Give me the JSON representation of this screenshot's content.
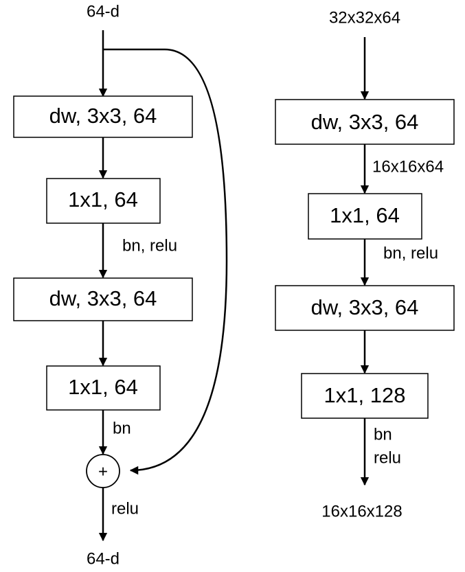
{
  "left_block": {
    "input_label": "64-d",
    "output_label": "64-d",
    "layers": [
      "dw, 3x3, 64",
      "1x1, 64",
      "dw, 3x3, 64",
      "1x1, 64"
    ],
    "annotations": {
      "after_layer_2": "bn, relu",
      "after_layer_4": "bn",
      "after_add": "relu"
    },
    "add_symbol": "+"
  },
  "right_block": {
    "input_label": "32x32x64",
    "output_label": "16x16x128",
    "layers": [
      "dw, 3x3, 64",
      "1x1, 64",
      "dw, 3x3, 64",
      "1x1, 128"
    ],
    "annotations": {
      "after_layer_1": "16x16x64",
      "after_layer_2": "bn, relu",
      "after_layer_4_line1": "bn",
      "after_layer_4_line2": "relu"
    }
  }
}
